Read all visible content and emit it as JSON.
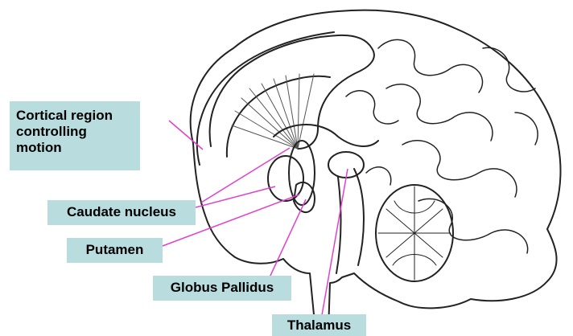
{
  "diagram": {
    "colors": {
      "callout_background": "#b9dcdf",
      "pointer_line": "#e040d0",
      "outline": "#222222"
    },
    "labels": {
      "cortical_region": [
        "Cortical region",
        "controlling",
        "motion"
      ],
      "caudate_nucleus": "Caudate nucleus",
      "putamen": "Putamen",
      "globus_pallidus": "Globus Pallidus",
      "thalamus": "Thalamus"
    }
  }
}
